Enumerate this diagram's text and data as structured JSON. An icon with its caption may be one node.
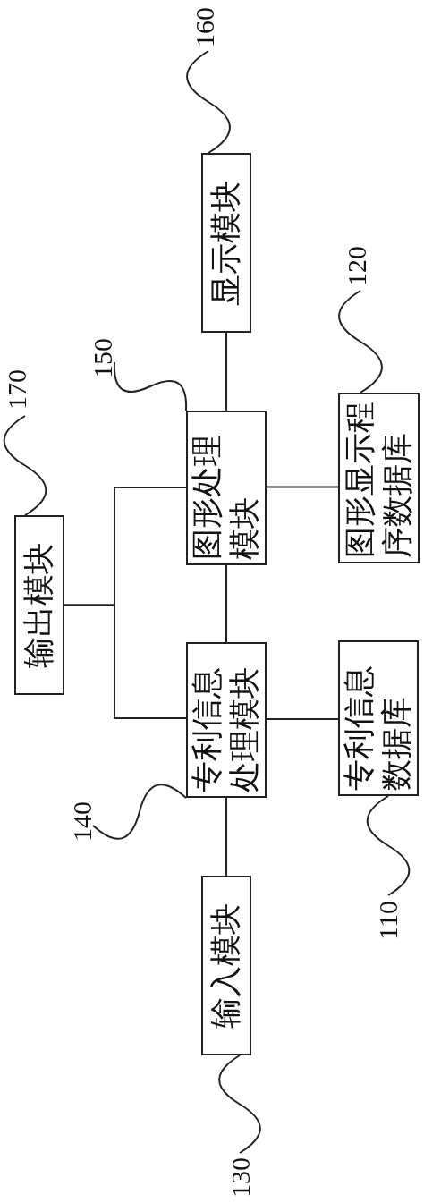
{
  "diagram": {
    "nodes": [
      {
        "text": [
          "显示模块"
        ]
      },
      {
        "text": [
          "图形处理模块"
        ]
      },
      {
        "text": [
          "专利信息处理模块"
        ]
      },
      {
        "text": [
          "输入模块"
        ]
      },
      {
        "text": [
          "输出模块"
        ]
      },
      {
        "text": [
          "图形显示程序数据库"
        ]
      },
      {
        "text": [
          "专利信息数据库"
        ]
      },
      {
        "text": [
          "160"
        ]
      },
      {
        "text": [
          "150"
        ]
      },
      {
        "text": [
          "170"
        ]
      },
      {
        "text": [
          "120"
        ]
      },
      {
        "text": [
          "140"
        ]
      },
      {
        "text": [
          "110"
        ]
      },
      {
        "text": [
          "130"
        ]
      }
    ],
    "edges": [
      {
        "from": 3,
        "to": 2,
        "arrow": "none"
      },
      {
        "from": 2,
        "to": 1,
        "arrow": "none"
      },
      {
        "from": 1,
        "to": 0,
        "arrow": "none"
      },
      {
        "from": 4,
        "to": 1,
        "arrow": "none"
      },
      {
        "from": 4,
        "to": 2,
        "arrow": "none"
      },
      {
        "from": 1,
        "to": 5,
        "arrow": "none"
      },
      {
        "from": 2,
        "to": 6,
        "arrow": "none"
      },
      {
        "from": 7,
        "to": 0,
        "arrow": "none"
      },
      {
        "from": 8,
        "to": 1,
        "arrow": "none"
      },
      {
        "from": 9,
        "to": 4,
        "arrow": "none"
      },
      {
        "from": 10,
        "to": 5,
        "arrow": "none"
      },
      {
        "from": 11,
        "to": 2,
        "arrow": "none"
      },
      {
        "from": 12,
        "to": 6,
        "arrow": "none"
      },
      {
        "from": 13,
        "to": 3,
        "arrow": "none"
      }
    ]
  }
}
